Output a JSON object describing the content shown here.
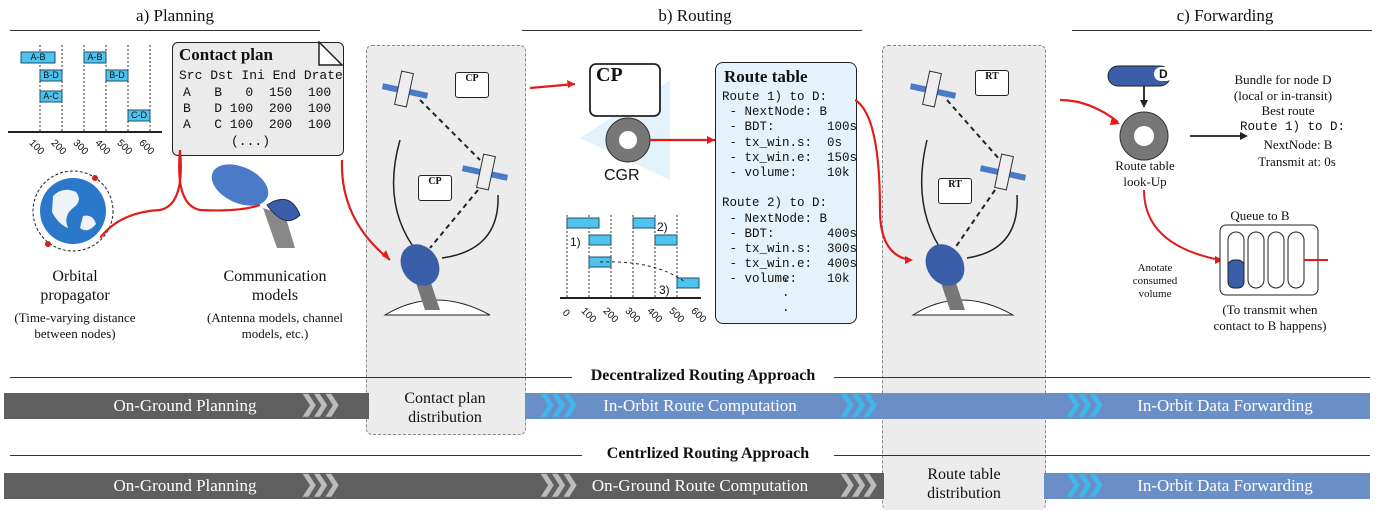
{
  "sections": {
    "planning": "a) Planning",
    "routing": "b) Routing",
    "forwarding": "c) Forwarding"
  },
  "contact_plan": {
    "title": "Contact plan",
    "header": "Src Dst Ini End Drate",
    "rows": [
      "A   B   0  150  100",
      "B   D 100  200  100",
      "A   C 100  200  100"
    ],
    "ellipsis": "(...)"
  },
  "timeline_contacts": [
    "A-B",
    "B-D",
    "A-C",
    "A-B",
    "B-D",
    "C-D"
  ],
  "timeline_ticks": [
    "100",
    "200",
    "300",
    "400",
    "500",
    "600"
  ],
  "routing_ticks": [
    "0",
    "100",
    "200",
    "300",
    "400",
    "500",
    "600"
  ],
  "routing_labels": [
    "1)",
    "2)",
    "3)"
  ],
  "icons": {
    "cp": "CP",
    "rt": "RT",
    "d": "D",
    "cgr": "CGR"
  },
  "planning_labels": {
    "orbital_title": "Orbital\npropagator",
    "orbital_desc": "(Time-varying distance\nbetween nodes)",
    "comm_title": "Communication\nmodels",
    "comm_desc": "(Antenna models, channel\nmodels, etc.)"
  },
  "route_table": {
    "title": "Route table",
    "lines": "Route 1) to D:\n - NextNode: B\n - BDT:       100s\n - tx_win.s:  0s\n - tx_win.e:  150s\n - volume:    10k\n\nRoute 2) to D:\n - NextNode: B\n - BDT:       400s\n - tx_win.s:  300s\n - tx_win.e:  400s\n - volume:    10k",
    "dots": ".\n.\n."
  },
  "forwarding": {
    "bundle": "Bundle for node D\n(local or in-transit)",
    "best_route": "Best route",
    "route_mono": "Route 1) to D:",
    "next_node": "NextNode: B",
    "transmit": "Transmit at: 0s",
    "lookup": "Route table\nlook-Up",
    "queue": "Queue to B",
    "anotate": "Anotate\nconsumed\nvolume",
    "to_transmit": "(To transmit when\ncontact to B happens)"
  },
  "bands": {
    "decentralized_title": "Decentralized Routing Approach",
    "centralized_title": "Centrlized Routing Approach",
    "dec": [
      "On-Ground Planning",
      "Contact plan\ndistribution",
      "In-Orbit Route Computation",
      "In-Orbit Data Forwarding"
    ],
    "cen": [
      "On-Ground Planning",
      "On-Ground Route Computation",
      "Route table\ndistribution",
      "In-Orbit Data Forwarding"
    ]
  },
  "colors": {
    "gray": "#5f5f5f",
    "blue": "#6a8fc6",
    "red": "#e21b1b",
    "cyan": "#3fb7e8"
  }
}
